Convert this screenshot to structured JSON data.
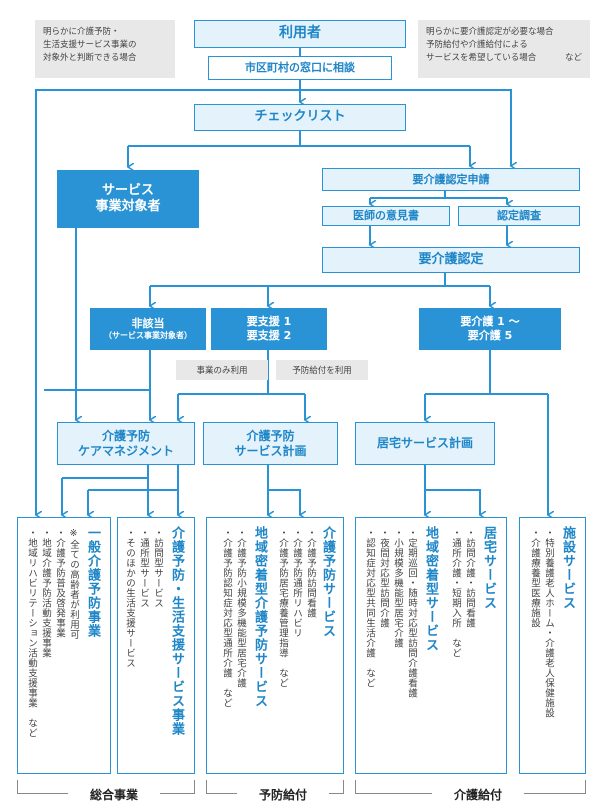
{
  "nodes": {
    "user": "利用者",
    "consult": "市区町村の窓口に相談",
    "checklist": "チェックリスト",
    "service_target": [
      "サービス",
      "事業対象者"
    ],
    "application": "要介護認定申請",
    "doctor_opinion": "医師の意見書",
    "certification_survey": "認定調査",
    "certification": "要介護認定",
    "not_applicable": [
      "非該当",
      "（サービス事業対象者）"
    ],
    "support": [
      "要支援 1",
      "要支援 2"
    ],
    "care": [
      "要介護 1 ～",
      "要介護 5"
    ],
    "prevention_care_management": [
      "介護予防",
      "ケアマネジメント"
    ],
    "prevention_service_plan": [
      "介護予防",
      "サービス計画"
    ],
    "home_service_plan": "居宅サービス計画"
  },
  "notes": {
    "left": [
      "明らかに介護予防・",
      "生活支援サービス事業の",
      "対象外と判断できる場合"
    ],
    "right": [
      "明らかに要介護認定が必要な場合",
      "予防給付や介護給付による",
      "サービスを希望している場合"
    ],
    "right_suffix": "など",
    "project_only": "事業のみ利用",
    "use_prevention": "予防給付を利用"
  },
  "columns": {
    "general": {
      "title": "一般介護予防事業",
      "items": [
        "※全ての高齢者が利用可",
        "・介護予防普及啓発事業",
        "・地域介護予防活動支援事業",
        "・地域リハビリテーション活動支援事業　など"
      ]
    },
    "lifesupport": {
      "title": "介護予防・生活支援サービス事業",
      "items": [
        "・訪問型サービス",
        "・通所型サービス",
        "・そのほかの生活支援サービス"
      ]
    },
    "community_prevention": {
      "title": "地域密着型介護予防サービス",
      "items": [
        "・介護予防小規模多機能型居宅介護",
        "・介護予防認知症対応型通所介護　など"
      ]
    },
    "prevention_service": {
      "title": "介護予防サービス",
      "items": [
        "・介護予防訪問看護",
        "・介護予防通所リハビリ",
        "・介護予防居宅療養管理指導　など"
      ]
    },
    "community_service": {
      "title": "地域密着型サービス",
      "items": [
        "・定期巡回・随時対応型訪問介護看護",
        "・小規模多機能型居宅介護",
        "・夜間対応型訪問介護",
        "・認知症対応型共同生活介護　など"
      ]
    },
    "home_service": {
      "title": "居宅サービス",
      "items": [
        "・訪問介護・訪問看護",
        "・通所介護・短期入所　など"
      ]
    },
    "facility_service": {
      "title": "施設サービス",
      "items": [
        "・特別養護老人ホーム・介護老人保健施設",
        "・介護療養型医療施設"
      ]
    }
  },
  "groups": {
    "general_project": "総合事業",
    "prevention_benefit": "予防給付",
    "care_benefit": "介護給付"
  },
  "colors": {
    "blue": "#2a93d5",
    "light_blue": "#e3f2fb",
    "note_gray": "#e8e8e8"
  }
}
